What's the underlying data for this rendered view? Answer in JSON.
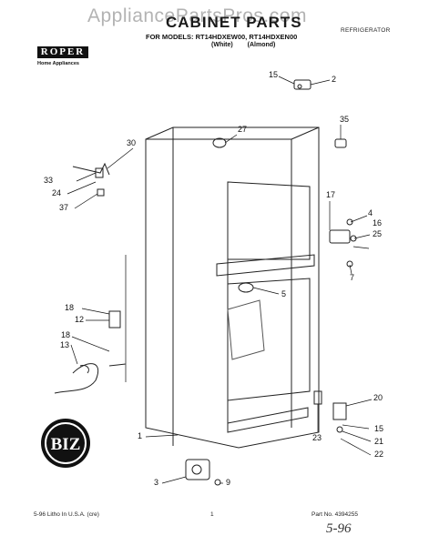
{
  "watermark": "AppliancePartsPros.com",
  "header": {
    "title": "CABINET PARTS",
    "category": "REFRIGERATOR",
    "models": "FOR MODELS: RT14HDXEW00, RT14HDXEN00",
    "color_white": "(White)",
    "color_almond": "(Almond)"
  },
  "logo": {
    "text": "ROPER",
    "subtext": "Home Appliances"
  },
  "callouts": [
    {
      "id": "c15a",
      "text": "15"
    },
    {
      "id": "c2",
      "text": "2"
    },
    {
      "id": "c35",
      "text": "35"
    },
    {
      "id": "c27",
      "text": "27"
    },
    {
      "id": "c30",
      "text": "30"
    },
    {
      "id": "c33",
      "text": "33"
    },
    {
      "id": "c24",
      "text": "24"
    },
    {
      "id": "c37",
      "text": "37"
    },
    {
      "id": "c17",
      "text": "17"
    },
    {
      "id": "c4",
      "text": "4"
    },
    {
      "id": "c16",
      "text": "16"
    },
    {
      "id": "c25",
      "text": "25"
    },
    {
      "id": "c7",
      "text": "7"
    },
    {
      "id": "c5",
      "text": "5"
    },
    {
      "id": "c18a",
      "text": "18"
    },
    {
      "id": "c12",
      "text": "12"
    },
    {
      "id": "c18b",
      "text": "18"
    },
    {
      "id": "c13",
      "text": "13"
    },
    {
      "id": "c20",
      "text": "20"
    },
    {
      "id": "c15b",
      "text": "15"
    },
    {
      "id": "c21",
      "text": "21"
    },
    {
      "id": "c22",
      "text": "22"
    },
    {
      "id": "c23",
      "text": "23"
    },
    {
      "id": "c1",
      "text": "1"
    },
    {
      "id": "c3",
      "text": "3"
    },
    {
      "id": "c9",
      "text": "9"
    }
  ],
  "footer": {
    "left": "5-96 Litho In U.S.A. (cre)",
    "center": "1",
    "right": "Part No. 4394255",
    "handwritten": "5-96"
  }
}
